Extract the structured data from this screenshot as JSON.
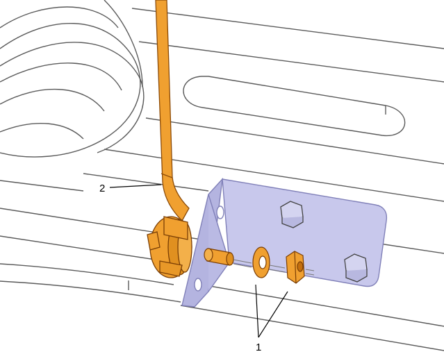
{
  "callouts": [
    {
      "id": "callout-1",
      "label": "1"
    },
    {
      "id": "callout-2",
      "label": "2"
    }
  ],
  "colors": {
    "rod": "#f0a030",
    "rod_dark": "#c46f0e",
    "bracket": "#c8c8ec",
    "bracket_edge": "#9090c8",
    "line": "#5a5a5a",
    "background": "#ffffff"
  }
}
